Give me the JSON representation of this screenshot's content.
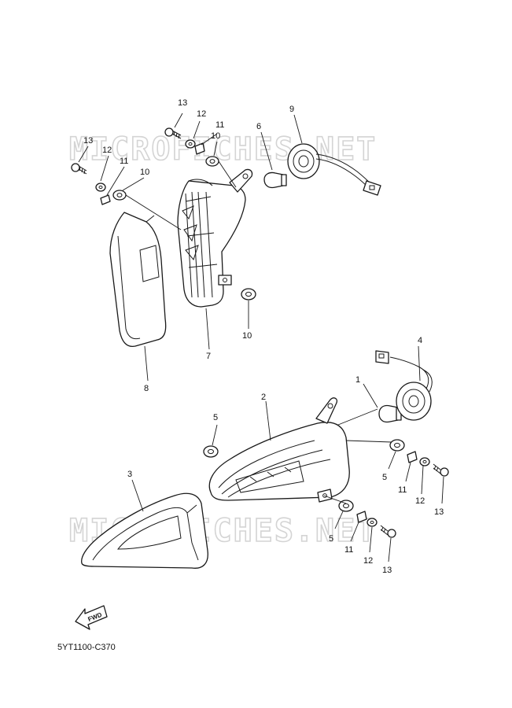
{
  "diagram": {
    "code": "5YT1100-C370",
    "watermark": "MICROFICHES.NET",
    "fwd_label": "FWD",
    "callouts": {
      "c1": "1",
      "c2": "2",
      "c3": "3",
      "c4": "4",
      "c5a": "5",
      "c5b": "5",
      "c5c": "5",
      "c6": "6",
      "c7": "7",
      "c8": "8",
      "c9": "9",
      "c10a": "10",
      "c10b": "10",
      "c10c": "10",
      "c11a": "11",
      "c11b": "11",
      "c11c": "11",
      "c11d": "11",
      "c12a": "12",
      "c12b": "12",
      "c12c": "12",
      "c12d": "12",
      "c13a": "13",
      "c13b": "13",
      "c13c": "13",
      "c13d": "13"
    }
  }
}
